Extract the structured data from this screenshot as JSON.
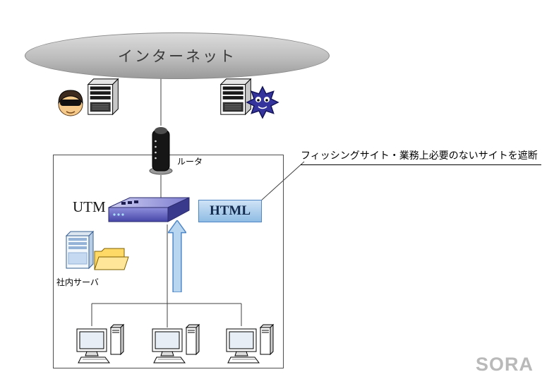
{
  "diagram": {
    "internet": {
      "label": "インターネット"
    },
    "router": {
      "label": "ルータ"
    },
    "utm": {
      "label": "UTM"
    },
    "html_box": {
      "label": "HTML"
    },
    "annotation": {
      "text": "フィッシングサイト・業務上必要のないサイトを遮断"
    },
    "internal_server": {
      "label": "社内サーバ"
    },
    "watermark": {
      "text": "SORA"
    },
    "icons": {
      "left_attacker": "hacker-with-server",
      "right_attacker": "virus-with-server",
      "gateway": "router-tower",
      "appliance": "utm-appliance",
      "file_server": "server-with-folder",
      "clients": "desktop-computer"
    },
    "colors": {
      "cloud_fill": "#bdbdbd",
      "html_box_bg": "#9dc3e6",
      "html_box_border": "#4f86c6",
      "arrow_fill": "#b8d6f0",
      "arrow_border": "#4f86c6",
      "utm_front": "#4646a8",
      "line": "#404040",
      "watermark": "#b9b9b9"
    }
  }
}
